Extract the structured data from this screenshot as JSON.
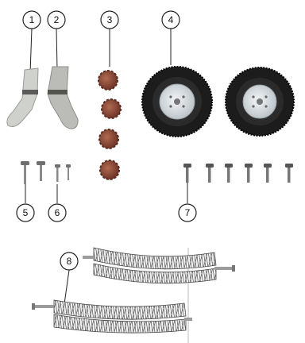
{
  "callouts": [
    {
      "id": "1",
      "label": "1"
    },
    {
      "id": "2",
      "label": "2"
    },
    {
      "id": "3",
      "label": "3"
    },
    {
      "id": "4",
      "label": "4"
    },
    {
      "id": "5",
      "label": "5"
    },
    {
      "id": "6",
      "label": "6"
    },
    {
      "id": "7",
      "label": "7"
    },
    {
      "id": "8",
      "label": "8"
    }
  ],
  "parts": {
    "brush_arm_left": {
      "callout": "1",
      "color": "#c9cbc6"
    },
    "brush_arm_right": {
      "callout": "2",
      "color": "#b9bab5"
    },
    "knobs": {
      "callout": "3",
      "count": 4,
      "color": "#8f4f3c"
    },
    "wheels": {
      "callout": "4",
      "count": 2,
      "tire_color": "#1c1c1c",
      "hub_color": "#dfe4e7"
    },
    "long_screws": {
      "callout": "5",
      "count": 2
    },
    "short_screws": {
      "callout": "6",
      "count": 2
    },
    "wheel_screws": {
      "callout": "7",
      "count": 6
    },
    "roller_brushes": {
      "callout": "8",
      "count": 2
    }
  },
  "colors": {
    "outline": "#222222",
    "metal": "#7d7d7d",
    "bristle_light": "#f1f1f1"
  }
}
